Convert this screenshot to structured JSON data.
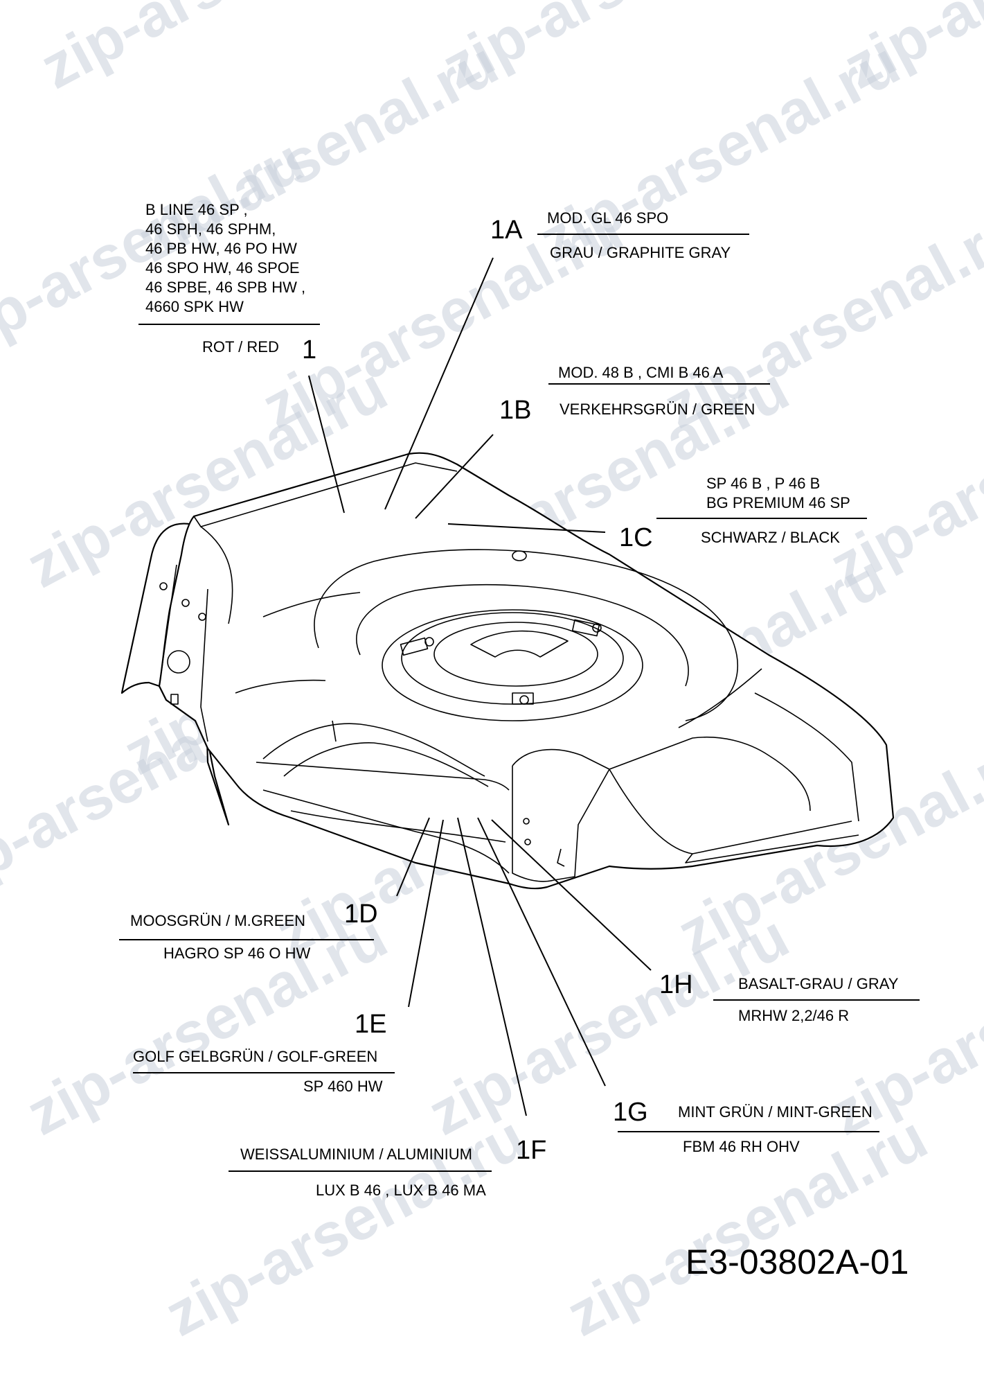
{
  "watermark": "zip-arsenal.ru",
  "document_id": "E3-03802A-01",
  "callouts": {
    "c1": {
      "code": "1",
      "color": "ROT / RED",
      "models": [
        "B LINE 46 SP ,",
        "46 SPH, 46 SPHM,",
        "46 PB HW, 46 PO HW",
        "46 SPO HW, 46 SPOE",
        "46 SPBE, 46 SPB HW ,",
        "4660 SPK HW"
      ]
    },
    "c1A": {
      "code": "1A",
      "model": "MOD.  GL 46 SPO",
      "color": "GRAU / GRAPHITE GRAY"
    },
    "c1B": {
      "code": "1B",
      "model": "MOD.  48 B , CMI B 46 A",
      "color": "VERKEHRSGRÜN / GREEN"
    },
    "c1C": {
      "code": "1C",
      "models": [
        "SP 46 B , P 46 B",
        "BG PREMIUM 46 SP"
      ],
      "color": "SCHWARZ / BLACK"
    },
    "c1D": {
      "code": "1D",
      "color": "MOOSGRÜN / M.GREEN",
      "model": "HAGRO SP 46 O HW"
    },
    "c1E": {
      "code": "1E",
      "color": "GOLF GELBGRÜN / GOLF-GREEN",
      "model": "SP 460 HW"
    },
    "c1F": {
      "code": "1F",
      "color": "WEISSALUMINIUM / ALUMINIUM",
      "model": "LUX B 46  , LUX B 46 MA"
    },
    "c1G": {
      "code": "1G",
      "color": "MINT GRÜN / MINT-GREEN",
      "model": "FBM 46 RH OHV"
    },
    "c1H": {
      "code": "1H",
      "color": "BASALT-GRAU / GRAY",
      "model": "MRHW 2,2/46 R"
    }
  }
}
